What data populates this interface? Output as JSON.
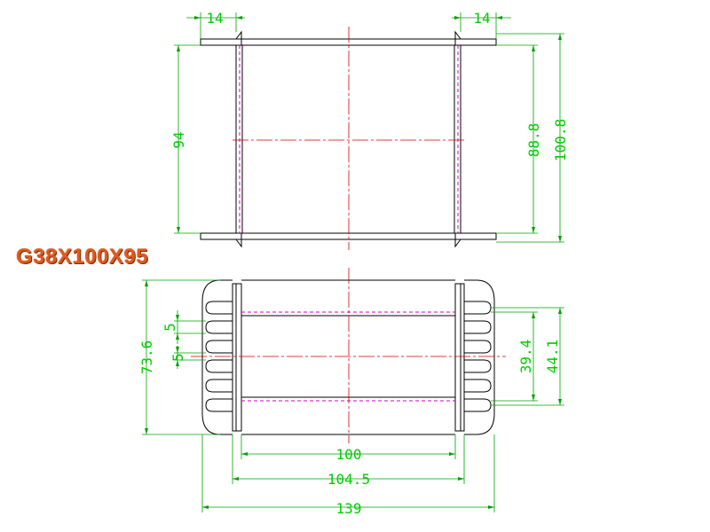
{
  "title": "G38X100X95",
  "colors": {
    "outline": "#000000",
    "dimension": "#00a000",
    "dimension_text": "#00cc00",
    "centerline": "#d00000",
    "hidden": "#cc00cc",
    "title": "#e05a1c"
  },
  "dimensions": {
    "top_left_width": "14",
    "top_right_width": "14",
    "height_left": "94",
    "inner_height": "88.8",
    "outer_height": "100.8",
    "fin_gap_upper": "5",
    "fin_gap_lower": "5",
    "side_height": "73.6",
    "fin_span_inner": "39.4",
    "fin_span_outer": "44.1",
    "width_inner": "100",
    "width_mid": "104.5",
    "width_total": "139"
  }
}
